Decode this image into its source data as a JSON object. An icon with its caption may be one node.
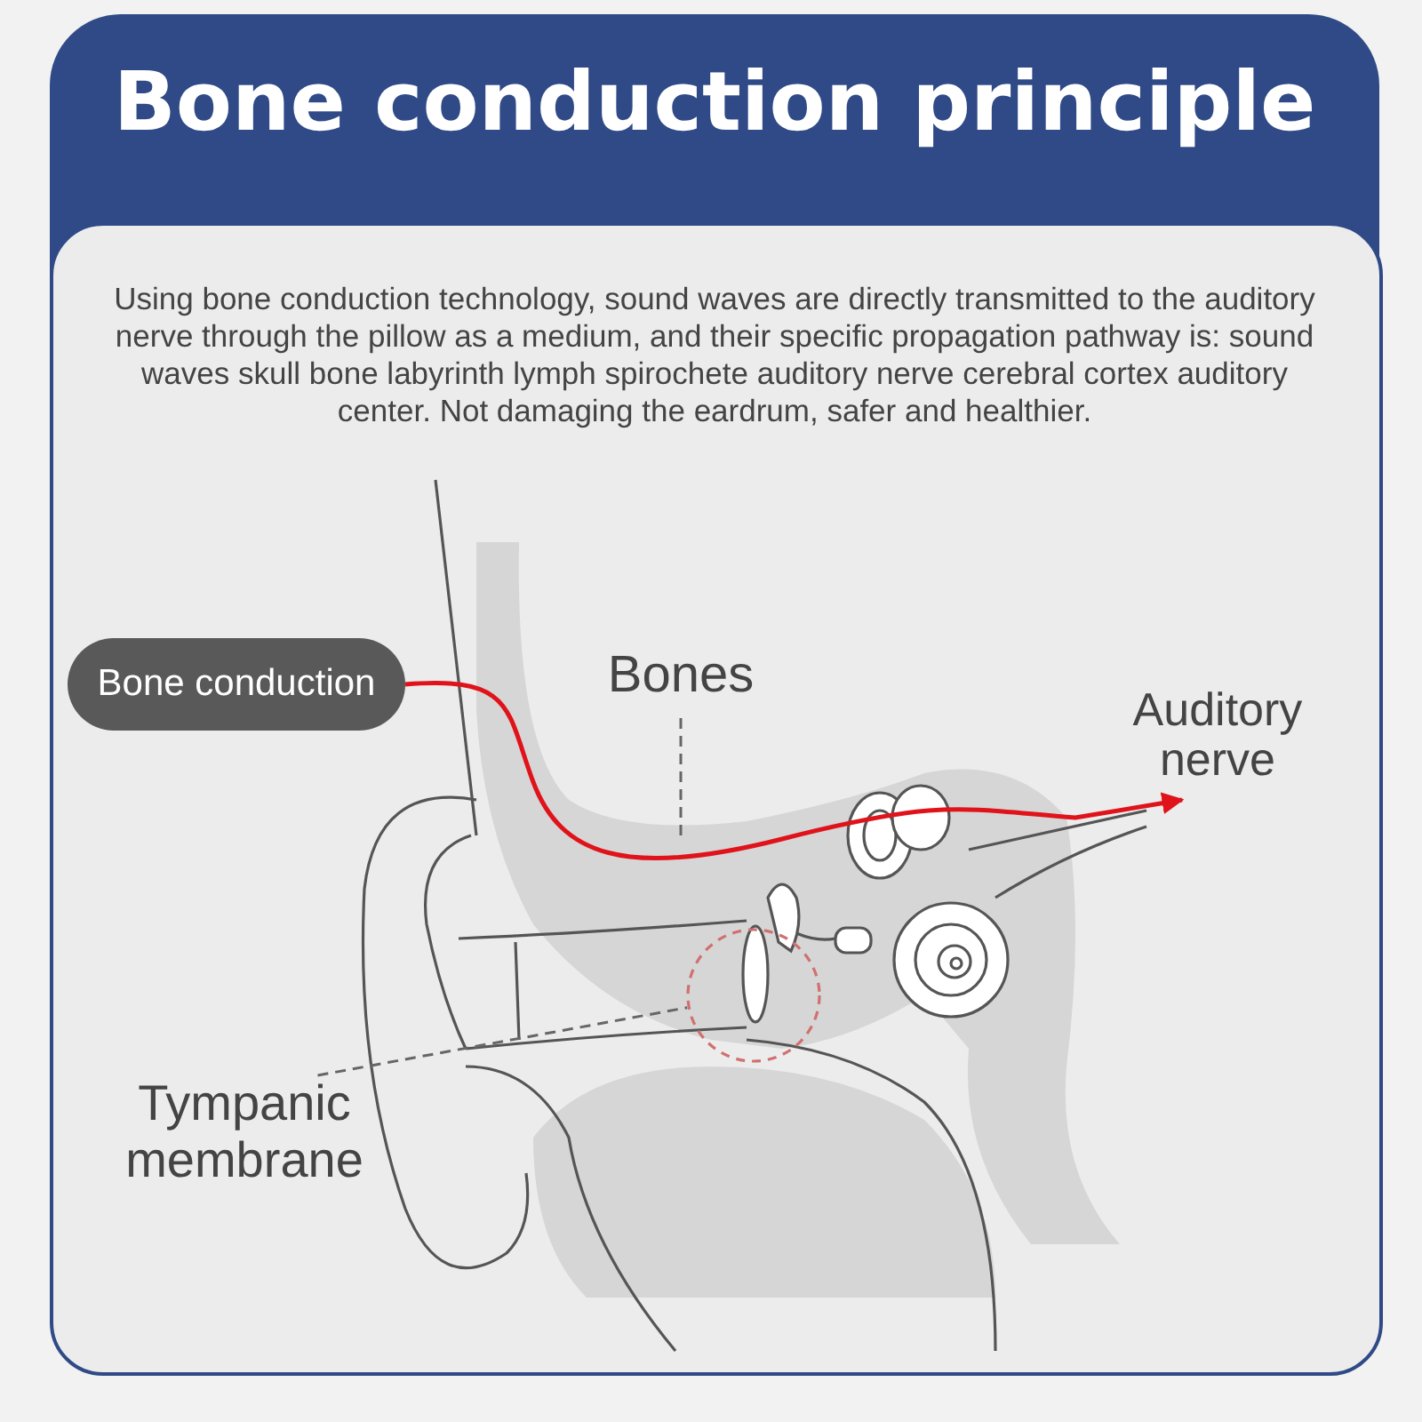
{
  "diagram": {
    "title": "Bone conduction principle",
    "nodes": [
      {
        "text": [
          "Bone conduction"
        ]
      },
      {
        "text": [
          "Bones"
        ]
      },
      {
        "text": [
          "Tympanic membrane"
        ]
      },
      {
        "text": [
          "Auditory nerve"
        ]
      },
      {
        "text": [],
        "shape": "circle"
      }
    ],
    "edges": [
      {
        "from": 0,
        "to": 3,
        "arrow": "to",
        "color": "#e0131b"
      },
      {
        "from": 1,
        "to": null,
        "arrow": "none",
        "style": "dashed"
      },
      {
        "from": 2,
        "to": 4,
        "arrow": "none",
        "style": "dashed"
      }
    ],
    "labels": [
      "Using bone conduction technology, sound waves are directly transmitted to the auditory nerve through the pillow as a medium, and their specific propagation pathway is: sound waves skull bone labyrinth lymph spirochete auditory nerve cerebral cortex auditory center. Not damaging the eardrum, safer and healthier."
    ]
  }
}
